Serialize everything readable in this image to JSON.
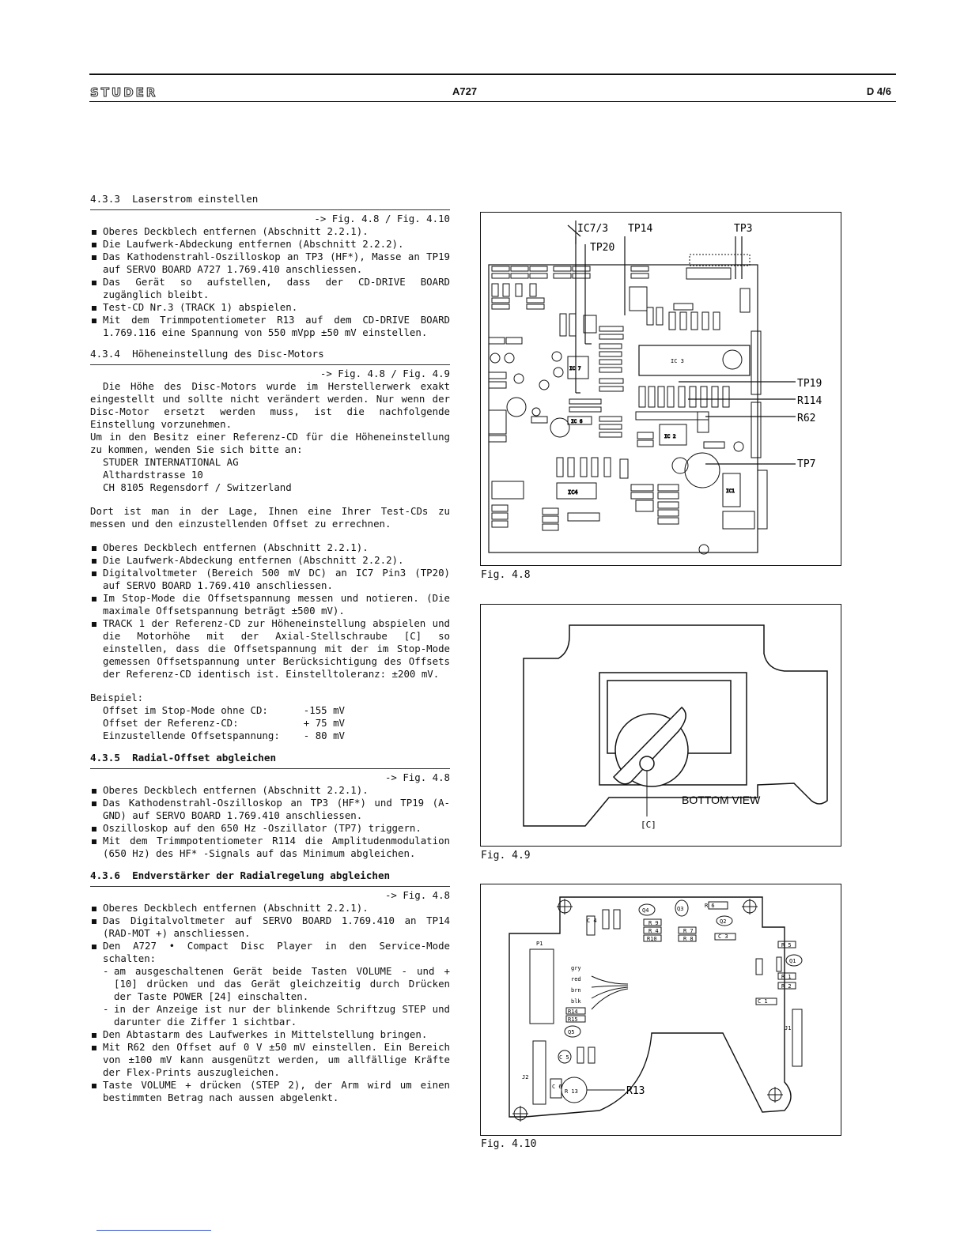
{
  "header": {
    "brand": "STUDER",
    "model": "A727",
    "page": "D 4/6"
  },
  "s433": {
    "title": "4.3.3  Laserstrom einstellen",
    "ref": "-> Fig. 4.8 / Fig. 4.10",
    "items": [
      "Oberes Deckblech entfernen (Abschnitt 2.2.1).",
      "Die Laufwerk-Abdeckung entfernen (Abschnitt 2.2.2).",
      "Das Kathodenstrahl-Oszilloskop an TP3 (HF*), Masse an TP19 auf SERVO BOARD A727 1.769.410 anschliessen.",
      "Das Gerät so aufstellen, dass der CD-DRIVE BOARD zugänglich bleibt.",
      "Test-CD Nr.3 (TRACK 1) abspielen.",
      "Mit dem Trimmpotentiometer R13 auf dem CD-DRIVE BOARD 1.769.116 eine Spannung von 550 mVpp ±50 mV einstellen."
    ]
  },
  "s434": {
    "title": "4.3.4  Höheneinstellung des Disc-Motors",
    "ref": "-> Fig. 4.8 / Fig. 4.9",
    "para1": "Die Höhe des Disc-Motors wurde im Herstellerwerk exakt eingestellt und sollte nicht verändert werden. Nur wenn der Disc-Motor ersetzt werden muss, ist die nachfolgende Einstellung vorzunehmen.",
    "para2": "Um in den Besitz einer Referenz-CD für die Höheneinstellung zu kommen, wenden Sie sich bitte an:",
    "addr": [
      "STUDER INTERNATIONAL AG",
      "Althardstrasse 10",
      "CH 8105 Regensdorf / Switzerland"
    ],
    "para3": "Dort ist man in der Lage, Ihnen eine Ihrer Test-CDs zu messen und den einzustellenden Offset zu errechnen.",
    "items": [
      "Oberes Deckblech entfernen (Abschnitt 2.2.1).",
      "Die Laufwerk-Abdeckung entfernen (Abschnitt 2.2.2).",
      "Digitalvoltmeter (Bereich 500 mV DC) an IC7 Pin3 (TP20) auf SERVO BOARD 1.769.410 anschliessen.",
      "Im Stop-Mode die Offsetspannung messen und notieren. (Die maximale Offsetspannung beträgt ±500 mV).",
      "TRACK 1 der Referenz-CD zur Höheneinstellung abspielen und die Motorhöhe mit der Axial-Stellschraube [C] so einstellen, dass die Offsetspannung mit der im Stop-Mode gemessen Offsetspannung unter Berücksichtigung des Offsets der Referenz-CD identisch ist. Einstelltoleranz: ±200 mV."
    ],
    "example_title": "Beispiel:",
    "example": [
      {
        "label": "Offset im Stop-Mode ohne CD:",
        "value": "-155 mV"
      },
      {
        "label": "Offset der Referenz-CD:",
        "value": "+ 75 mV"
      },
      {
        "label": "Einzustellende Offsetspannung:",
        "value": "- 80 mV"
      }
    ]
  },
  "s435": {
    "title": "4.3.5  Radial-Offset abgleichen",
    "ref": "-> Fig. 4.8",
    "items": [
      "Oberes Deckblech entfernen (Abschnitt 2.2.1).",
      "Das Kathodenstrahl-Oszilloskop an TP3 (HF*) und TP19 (A-GND) auf SERVO BOARD 1.769.410 anschliessen.",
      "Oszilloskop auf den 650 Hz -Oszillator (TP7) triggern.",
      "Mit dem Trimmpotentiometer R114 die Amplitudenmodulation (650 Hz) des HF* -Signals auf das Minimum abgleichen."
    ]
  },
  "s436": {
    "title": "4.3.6  Endverstärker der Radialregelung abgleichen",
    "ref": "-> Fig. 4.8",
    "item1": "Oberes Deckblech entfernen (Abschnitt 2.2.1).",
    "item2": "Das Digitalvoltmeter auf SERVO BOARD 1.769.410 an TP14 (RAD-MOT +) anschliessen.",
    "item3": "Den A727 • Compact Disc Player in den Service-Mode schalten:",
    "sub": [
      "am ausgeschaltenen Gerät beide Tasten VOLUME - und + [10] drücken und das Gerät gleichzeitig durch Drücken der Taste POWER [24] einschalten.",
      "in der Anzeige ist nur der blinkende Schriftzug STEP und darunter die Ziffer 1 sichtbar."
    ],
    "item4": "Den Abtastarm des Laufwerkes in Mittelstellung bringen.",
    "item5": "Mit R62 den Offset auf 0 V ±50 mV einstellen. Ein Bereich von ±100 mV kann ausgenützt werden, um allfällige Kräfte der Flex-Prints auszugleichen.",
    "item6": "Taste VOLUME + drücken (STEP 2), der Arm wird um einen bestimmten Betrag nach aussen abgelenkt."
  },
  "fig48": {
    "caption": "Fig. 4.8",
    "labels": {
      "ic73": "IC7/3",
      "tp14": "TP14",
      "tp3": "TP3",
      "tp20": "TP20",
      "tp19": "TP19",
      "r114": "R114",
      "r62": "R62",
      "tp7": "TP7"
    },
    "parts": {
      "ic3": "IC 3",
      "ic4": "IC4",
      "ic2": "IC 2",
      "ic1": "IC1",
      "ic7": "IC 7",
      "ic6": "IC 6"
    }
  },
  "fig49": {
    "caption": "Fig. 4.9",
    "bottom_view": "BOTTOM VIEW",
    "c_label": "[C]"
  },
  "fig410": {
    "caption": "Fig. 4.10",
    "r13": "R13",
    "p1": "P1",
    "j1": "J1",
    "j2": "J2",
    "wires": [
      "gry",
      "red",
      "brn",
      "blk"
    ],
    "parts": [
      "R 6",
      "R 9",
      "R 4",
      "R10",
      "R 7",
      "R 8",
      "R 5",
      "R 1",
      "R 2",
      "R14",
      "R15",
      "R 13",
      "Q4",
      "Q3",
      "Q2",
      "Q1",
      "Q5",
      "C 5",
      "C 4",
      "C 3",
      "C 1",
      "C 6"
    ]
  }
}
